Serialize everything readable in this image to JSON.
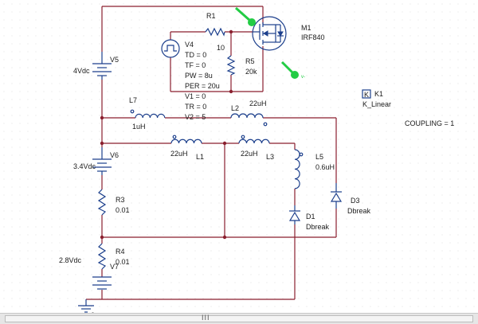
{
  "components": {
    "r1": {
      "ref": "R1",
      "value": "10"
    },
    "r5": {
      "ref": "R5",
      "value": "20k"
    },
    "m1": {
      "ref": "M1",
      "model": "IRF840"
    },
    "v4": {
      "ref": "V4",
      "params": [
        "TD = 0",
        "TF = 0",
        "PW = 8u",
        "PER = 20u",
        "V1 = 0",
        "TR = 0",
        "V2 = 5"
      ]
    },
    "v5": {
      "ref": "V5",
      "value": "4Vdc"
    },
    "v6": {
      "ref": "V6",
      "value": "3.4Vdc"
    },
    "v7": {
      "ref": "V7",
      "value": "2.8Vdc"
    },
    "l7": {
      "ref": "L7",
      "value": "1uH"
    },
    "l2": {
      "ref": "L2",
      "value": "22uH"
    },
    "l1": {
      "ref": "L1",
      "value": "22uH"
    },
    "l3": {
      "ref": "L3",
      "value": "22uH"
    },
    "l5": {
      "ref": "L5",
      "value": "0.6uH"
    },
    "r3": {
      "ref": "R3",
      "value": "0.01"
    },
    "r4": {
      "ref": "R4",
      "value": "0.01"
    },
    "d1": {
      "ref": "D1",
      "model": "Dbreak"
    },
    "d3": {
      "ref": "D3",
      "model": "Dbreak"
    },
    "k1": {
      "ref": "K1",
      "model": "K_Linear",
      "symbol": "K",
      "coupling": "COUPLING = 1"
    },
    "ground": {
      "label": "0"
    }
  },
  "colors": {
    "wire": "#8a1f2e",
    "component": "#1c3f8c",
    "probe": "#22cc44",
    "text": "#1a1a1a"
  },
  "scrollbar": {
    "grip": "III"
  }
}
